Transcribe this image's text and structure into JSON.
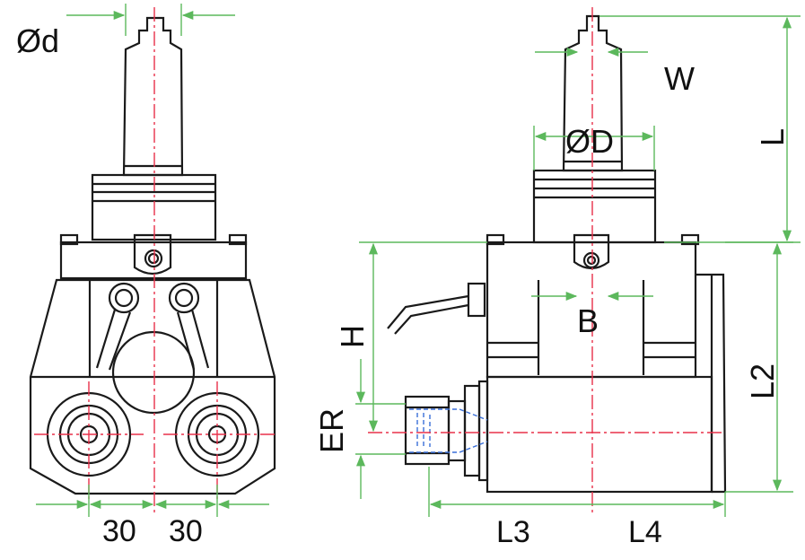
{
  "labels": {
    "od": "Ød",
    "oD": "ØD",
    "w": "W",
    "l": "L",
    "h": "H",
    "b": "B",
    "l2": "L2",
    "er": "ER",
    "l3": "L3",
    "l4": "L4",
    "dim_30_left": "30",
    "dim_30_right": "30"
  },
  "colors": {
    "outline": "#1a1a1a",
    "centerline": "#e8304a",
    "dimension": "#5cb85c",
    "hidden": "#3a6fd8",
    "background": "#ffffff"
  }
}
